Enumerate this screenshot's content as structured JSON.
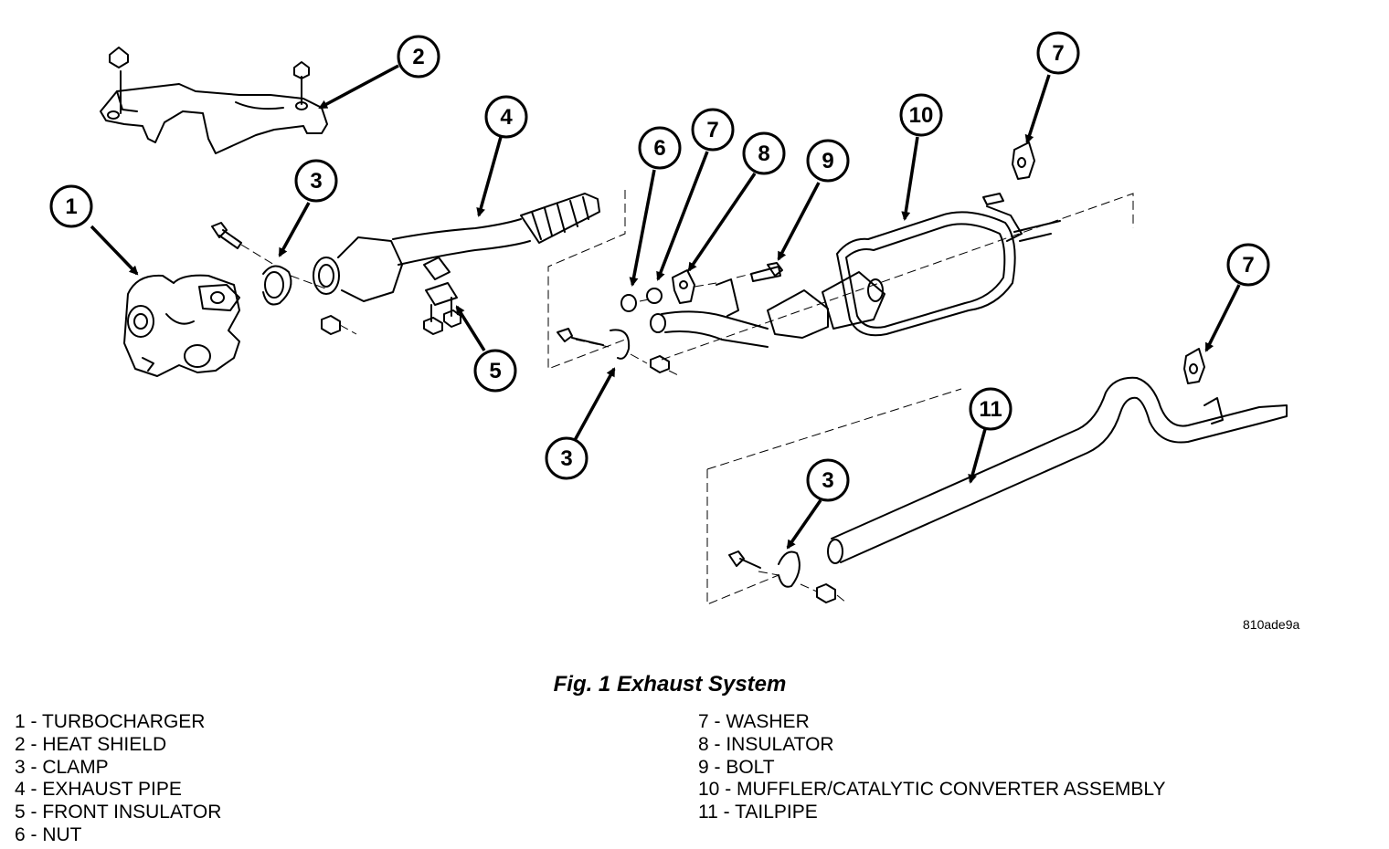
{
  "callouts": [
    {
      "id": "c1",
      "num": "1"
    },
    {
      "id": "c2",
      "num": "2"
    },
    {
      "id": "c3a",
      "num": "3"
    },
    {
      "id": "c4",
      "num": "4"
    },
    {
      "id": "c5",
      "num": "5"
    },
    {
      "id": "c6",
      "num": "6"
    },
    {
      "id": "c7a",
      "num": "7"
    },
    {
      "id": "c8",
      "num": "8"
    },
    {
      "id": "c9",
      "num": "9"
    },
    {
      "id": "c10",
      "num": "10"
    },
    {
      "id": "c7b",
      "num": "7"
    },
    {
      "id": "c7c",
      "num": "7"
    },
    {
      "id": "c3b",
      "num": "3"
    },
    {
      "id": "c11",
      "num": "11"
    },
    {
      "id": "c3c",
      "num": "3"
    }
  ],
  "reference_code": "810ade9a",
  "figure_title": "Fig. 1 Exhaust System",
  "legend_left": [
    "1 - TURBOCHARGER",
    "2 - HEAT SHIELD",
    "3 - CLAMP",
    "4 - EXHAUST PIPE",
    "5 - FRONT INSULATOR",
    "6 - NUT"
  ],
  "legend_right": [
    "7 - WASHER",
    "8 - INSULATOR",
    "9 - BOLT",
    "10 - MUFFLER/CATALYTIC CONVERTER ASSEMBLY",
    "11 - TAILPIPE"
  ]
}
